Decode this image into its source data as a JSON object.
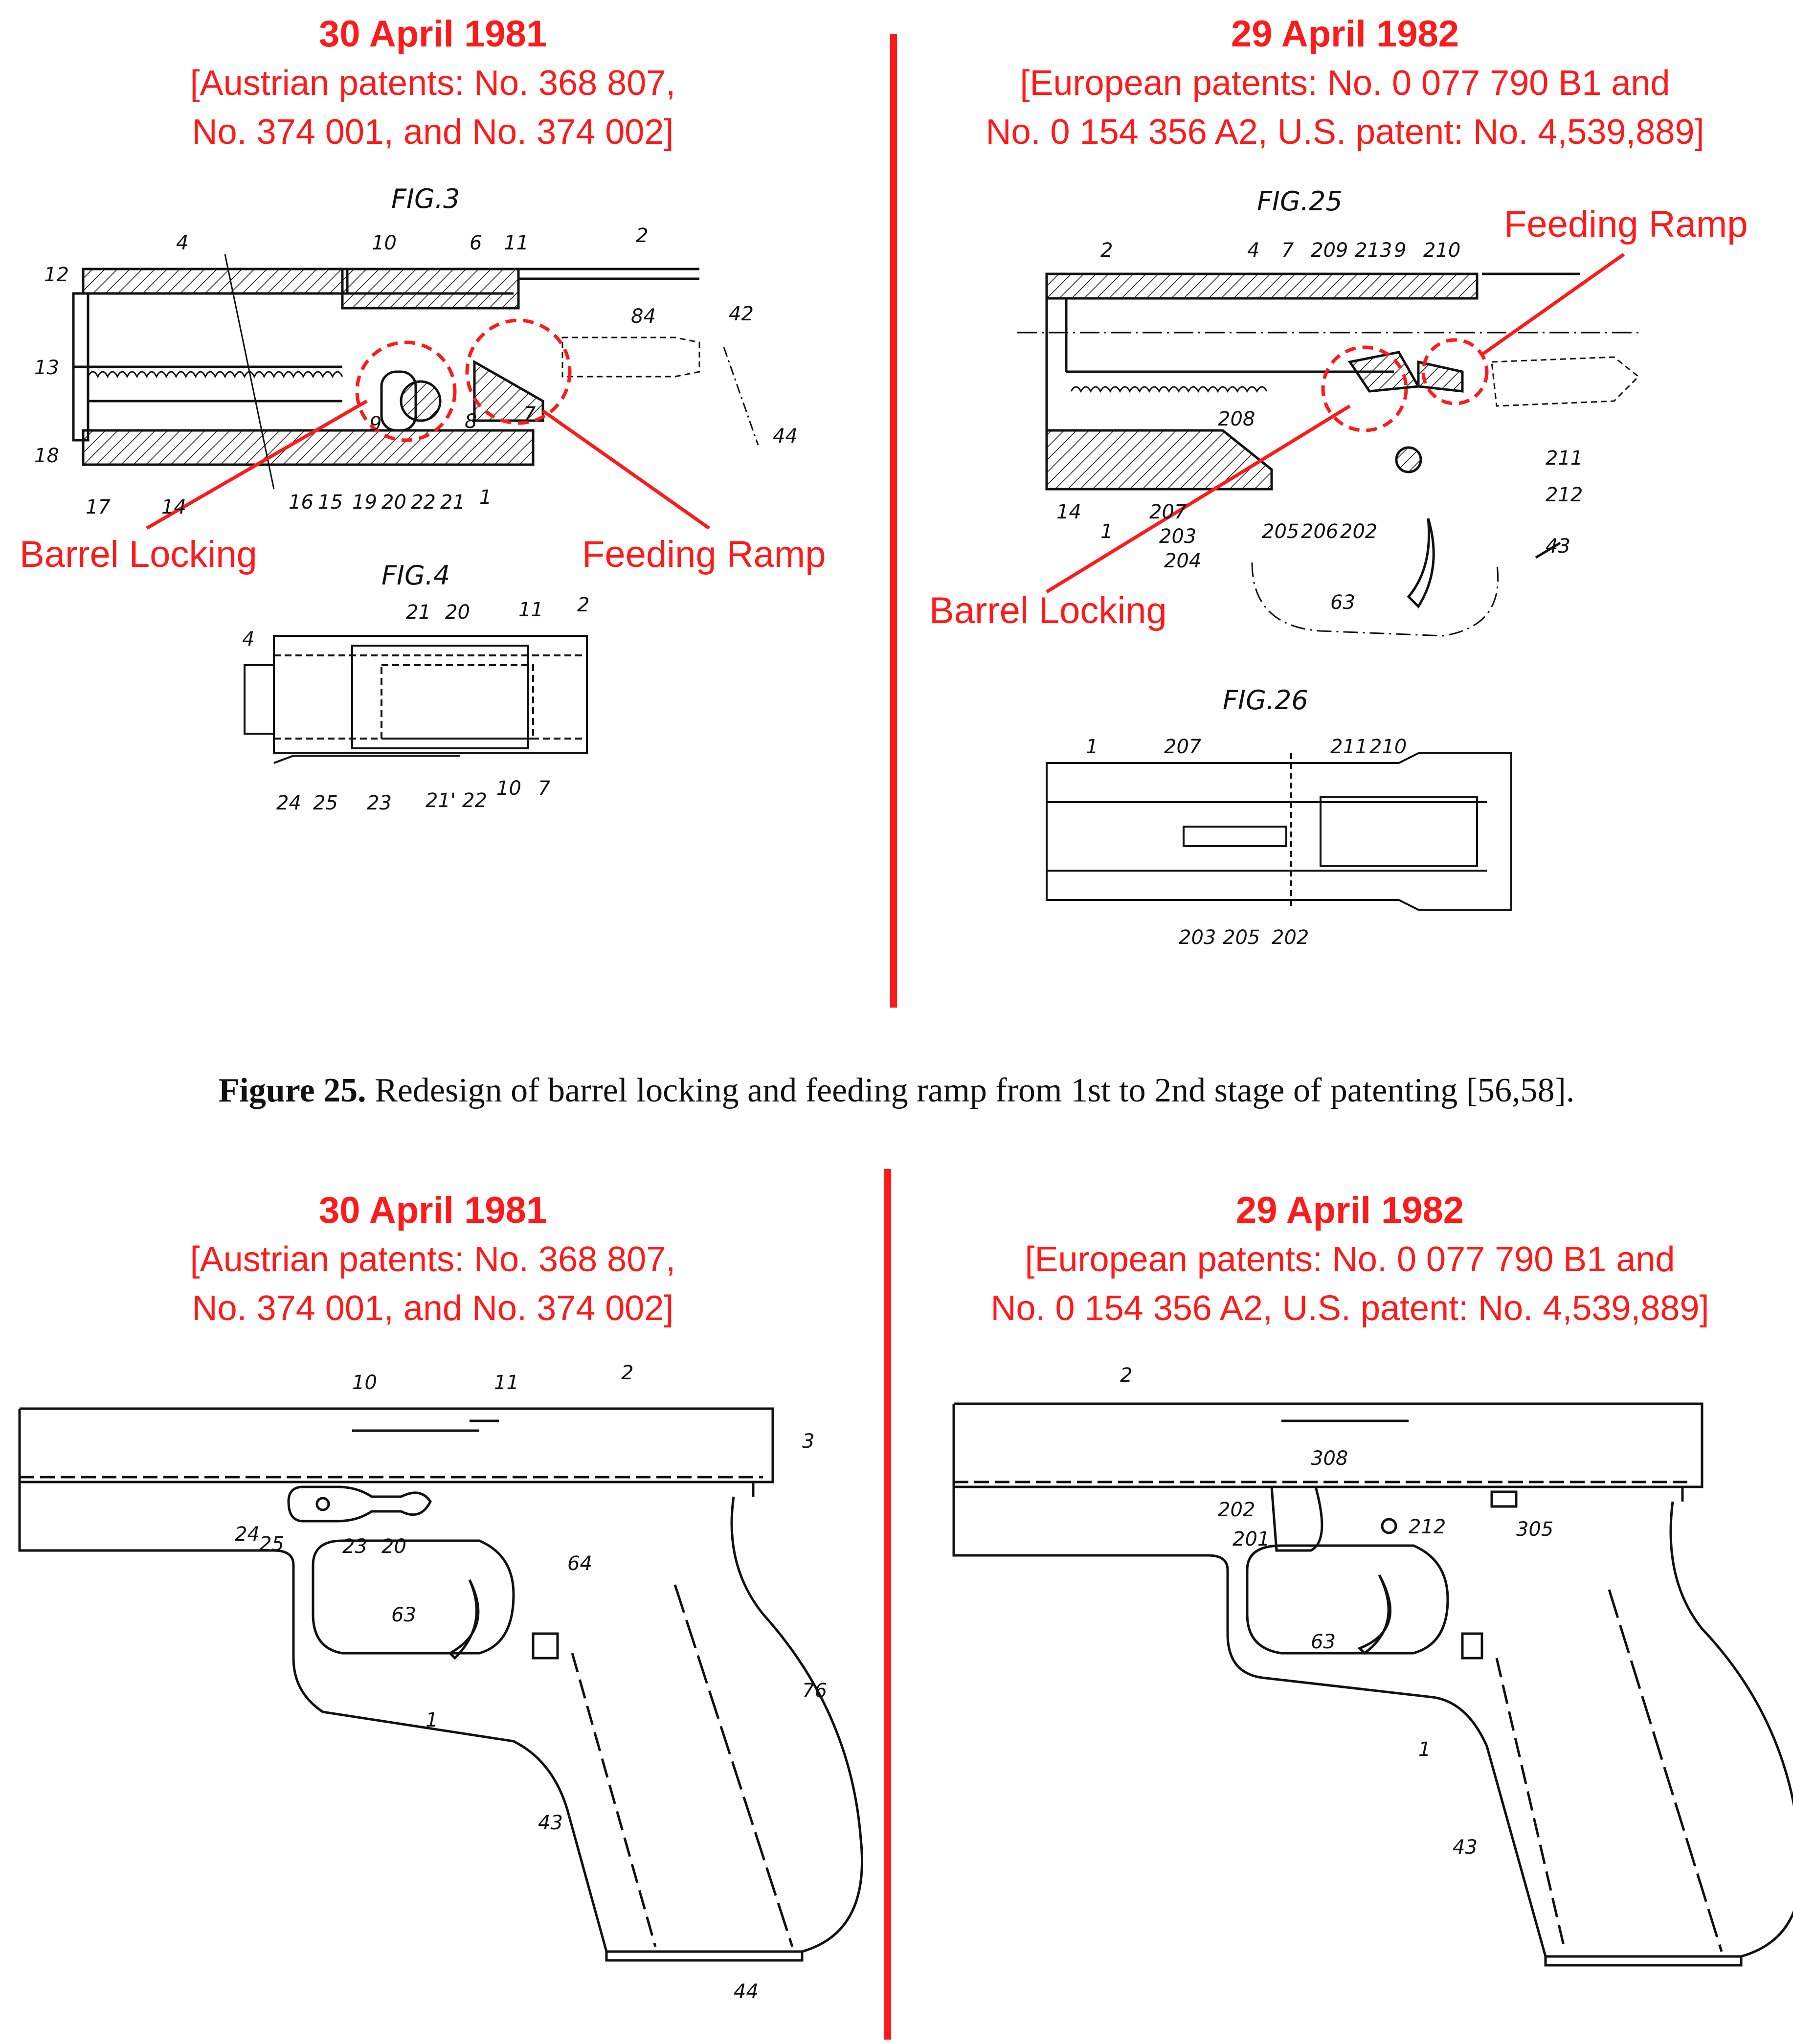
{
  "top_left": {
    "date": "30 April 1981",
    "line1": "[Austrian patents: No. 368 807,",
    "line2": "No. 374 001, and No. 374 002]",
    "fig_a": "FIG.3",
    "fig_b": "FIG.4",
    "callout_barrel": "Barrel Locking",
    "callout_ramp": "Feeding Ramp"
  },
  "top_right": {
    "date": "29 April 1982",
    "line1": "[European patents: No. 0 077 790 B1 and",
    "line2": "No. 0 154 356 A2, U.S. patent: No. 4,539,889]",
    "fig_a": "FIG.25",
    "fig_b": "FIG.26",
    "callout_barrel": "Barrel Locking",
    "callout_ramp": "Feeding Ramp"
  },
  "caption": {
    "label": "Figure 25.",
    "text": " Redesign of barrel locking and feeding ramp from 1st to 2nd stage of patenting [56,58]."
  },
  "bottom_left": {
    "date": "30 April 1981",
    "line1": "[Austrian patents: No. 368 807,",
    "line2": "No. 374 001, and No. 374 002]"
  },
  "bottom_right": {
    "date": "29 April 1982",
    "line1": "[European patents: No. 0 077 790 B1 and",
    "line2": "No. 0 154 356 A2, U.S. patent: No. 4,539,889]"
  },
  "ref_numbers": {
    "fig3": [
      "4",
      "10",
      "6",
      "11",
      "2",
      "12",
      "13",
      "84",
      "42",
      "44",
      "18",
      "17",
      "14",
      "16",
      "15",
      "19",
      "20",
      "22",
      "21",
      "1",
      "9",
      "8",
      "7"
    ],
    "fig4": [
      "21",
      "20",
      "11",
      "2",
      "4",
      "24",
      "25",
      "23",
      "21'",
      "22",
      "10",
      "7"
    ],
    "fig25": [
      "2",
      "4",
      "7",
      "209",
      "213",
      "9",
      "210",
      "208",
      "14",
      "1",
      "207",
      "203",
      "204",
      "205",
      "206",
      "202",
      "211",
      "212",
      "43",
      "63"
    ],
    "fig26": [
      "1",
      "207",
      "211",
      "210",
      "203",
      "205",
      "202"
    ],
    "pistol_left": [
      "10",
      "11",
      "2",
      "3",
      "24",
      "25",
      "23",
      "20",
      "64",
      "63",
      "76",
      "1",
      "43",
      "44"
    ],
    "pistol_right": [
      "2",
      "308",
      "202",
      "201",
      "212",
      "305",
      "63",
      "1",
      "43"
    ]
  },
  "colors": {
    "accent": "#ff1a1a",
    "ink": "#111111"
  }
}
